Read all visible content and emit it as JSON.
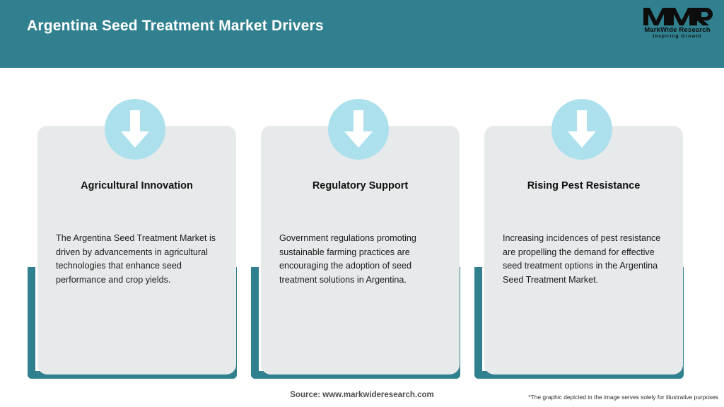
{
  "header": {
    "title": "Argentina Seed Treatment Market Drivers",
    "bg_color": "#31808f",
    "title_color": "#ffffff"
  },
  "logo": {
    "mark_text": "MWR",
    "name": "MarkWide Research",
    "tagline": "Inspiring Growth"
  },
  "theme": {
    "teal": "#31808f",
    "card_bg": "#e7eaeb",
    "icon_circle": "#ade0ed",
    "arrow": "#ffffff",
    "page_bg": "#ffffff"
  },
  "cards": [
    {
      "icon": "arrow-down-icon",
      "title": "Agricultural Innovation",
      "body": "The Argentina Seed Treatment Market is driven by advancements in agricultural technologies that enhance seed performance and crop yields."
    },
    {
      "icon": "arrow-down-icon",
      "title": "Regulatory Support",
      "body": "Government regulations promoting sustainable farming practices are encouraging the adoption of seed treatment solutions in Argentina."
    },
    {
      "icon": "arrow-down-icon",
      "title": "Rising Pest Resistance",
      "body": "Increasing incidences of pest resistance are propelling the demand for effective seed treatment options in the Argentina Seed Treatment Market."
    }
  ],
  "footer": {
    "source": "Source: www.markwideresearch.com",
    "disclaimer": "*The graphic depicted in the image serves solely for illustrative purposes"
  }
}
